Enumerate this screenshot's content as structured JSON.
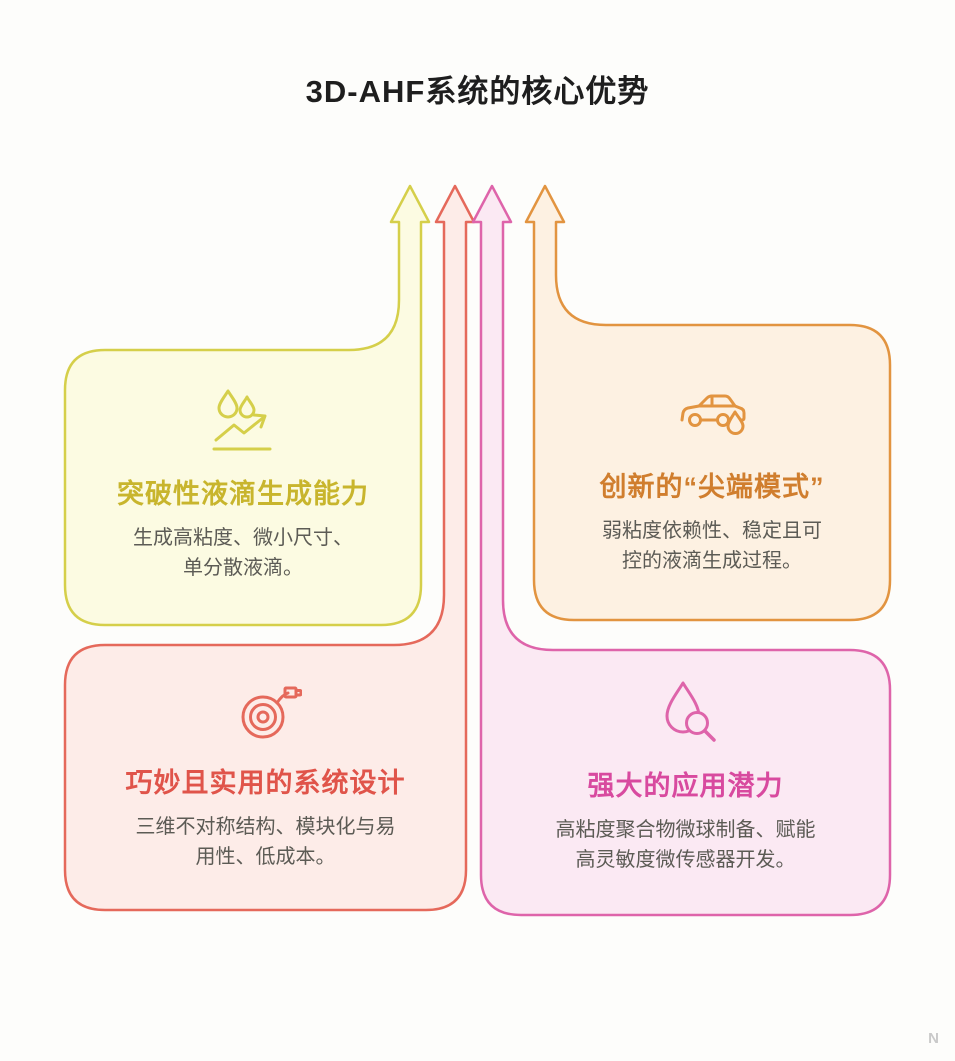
{
  "page": {
    "title": "3D-AHF系统的核心优势",
    "background": "#fdfdfb",
    "watermark": "N"
  },
  "palette": {
    "yellow": {
      "border": "#d5cf4a",
      "fill": "#fcfbe2",
      "title": "#c8b52d"
    },
    "orange": {
      "border": "#e29440",
      "fill": "#fdf1e2",
      "title": "#d07e2e"
    },
    "red": {
      "border": "#e5695b",
      "fill": "#fdece8",
      "title": "#e0544a"
    },
    "pink": {
      "border": "#de64aa",
      "fill": "#fbe9f3",
      "title": "#d84a9f"
    }
  },
  "cards": [
    {
      "key": "yellow",
      "icon": "droplets-trend-icon",
      "title": "突破性液滴生成能力",
      "body": "生成高粘度、微小尺寸、\n单分散液滴。"
    },
    {
      "key": "orange",
      "icon": "car-droplet-icon",
      "title": "创新的“尖端模式”",
      "body": "弱粘度依赖性、稳定且可\n控的液滴生成过程。"
    },
    {
      "key": "red",
      "icon": "coiled-tube-icon",
      "title": "巧妙且实用的系统设计",
      "body": "三维不对称结构、模块化与易\n用性、低成本。"
    },
    {
      "key": "pink",
      "icon": "droplet-magnifier-icon",
      "title": "强大的应用潜力",
      "body": "高粘度聚合物微球制备、赋能\n高灵敏度微传感器开发。"
    }
  ]
}
